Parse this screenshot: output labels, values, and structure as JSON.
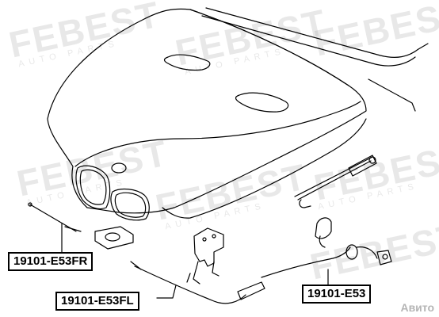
{
  "watermark": {
    "brand": "FEBEST",
    "tagline": "AUTO PARTS"
  },
  "parts": [
    {
      "part_number": "19101-E53FR"
    },
    {
      "part_number": "19101-E53FL"
    },
    {
      "part_number": "19101-E53"
    }
  ],
  "corner_watermark": "Авито"
}
